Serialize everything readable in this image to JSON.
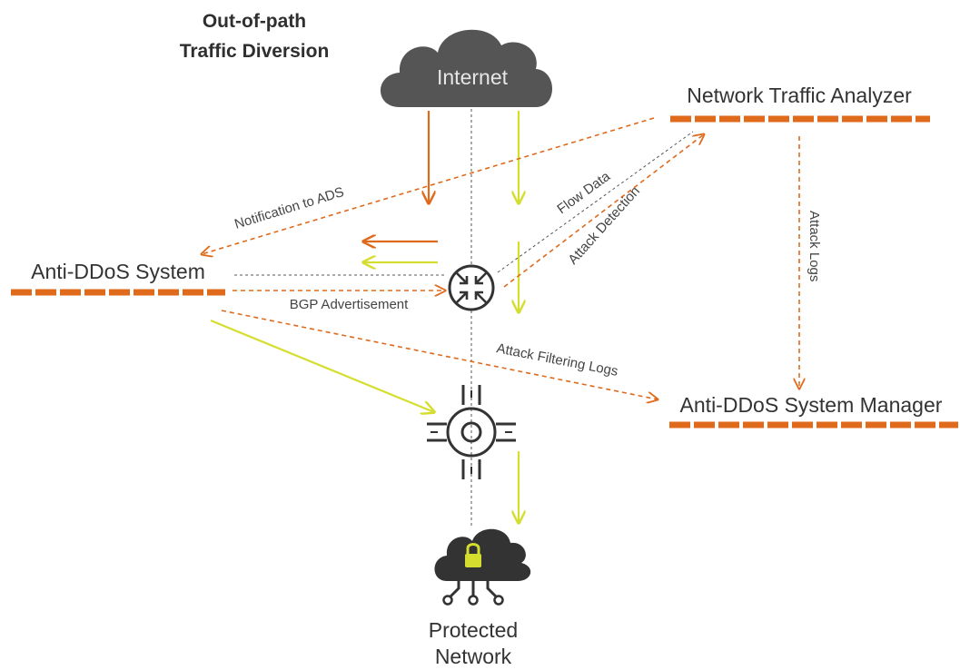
{
  "title": [
    "Out-of-path",
    "Traffic Diversion"
  ],
  "nodes": {
    "internet": "Internet",
    "network_traffic_analyzer": "Network Traffic Analyzer",
    "anti_ddos_system": "Anti-DDoS System",
    "anti_ddos_system_manager": "Anti-DDoS System Manager",
    "protected_network": [
      "Protected",
      "Network"
    ]
  },
  "edges": {
    "notification": "Notification to ADS",
    "flow_data": "Flow Data",
    "attack_detection": "Attack Detection",
    "attack_logs": "Attack Logs",
    "bgp": "BGP Advertisement",
    "filtering_logs": "Attack Filtering Logs"
  },
  "colors": {
    "attack": "#e06a1b",
    "clean": "#d5de2e",
    "dark": "#4a4a4a",
    "dashed_gray": "#555555"
  },
  "icons": {
    "internet": "cloud-icon",
    "router": "router-icon",
    "roundabout": "roundabout-icon",
    "protected": "secure-cloud-icon"
  }
}
